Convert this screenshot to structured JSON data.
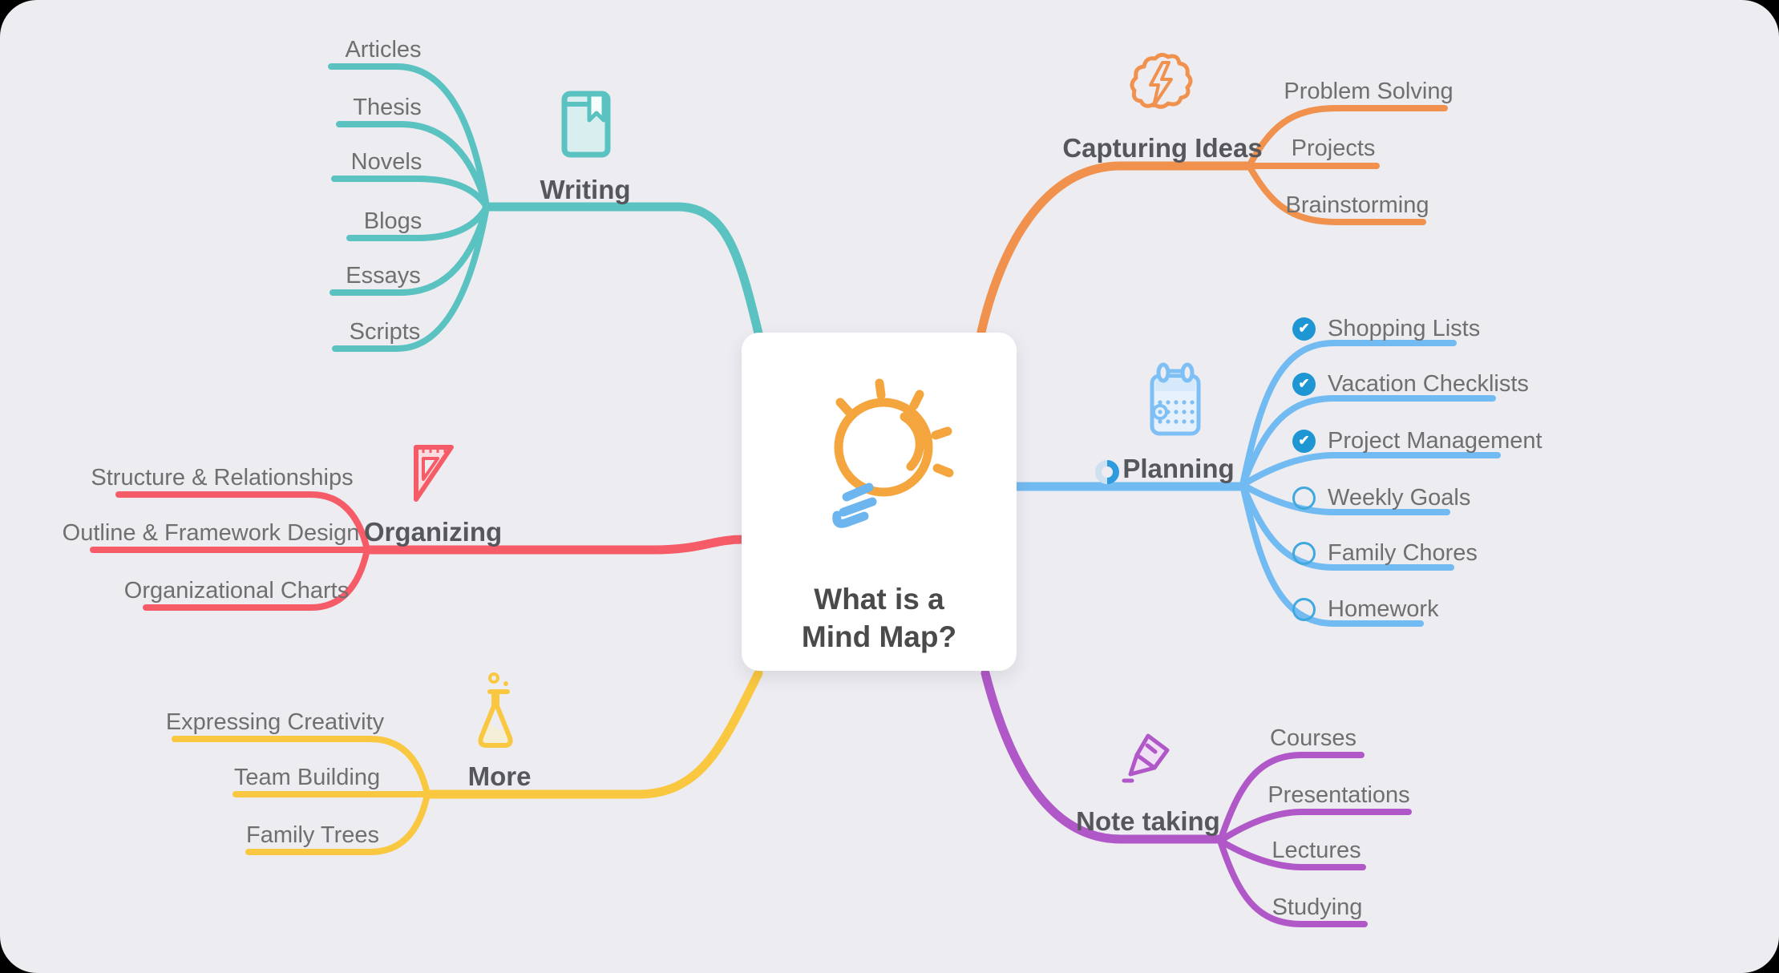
{
  "canvas": {
    "background": "#ececf1",
    "outside_color": "#000000"
  },
  "center": {
    "title": "What is a\nMind Map?",
    "icon": "lightbulb-icon",
    "card_color": "#ffffff",
    "bulb_color": "#f5a53d",
    "bulb_base_color": "#6cb5ef",
    "text_color": "#4a4a4b"
  },
  "icons": {
    "check_glyph": "✔"
  },
  "branches": {
    "writing": {
      "label": "Writing",
      "color": "#5bc2c2",
      "icon": "book-icon",
      "children": [
        {
          "label": "Articles"
        },
        {
          "label": "Thesis"
        },
        {
          "label": "Novels"
        },
        {
          "label": "Blogs"
        },
        {
          "label": "Essays"
        },
        {
          "label": "Scripts"
        }
      ]
    },
    "organizing": {
      "label": "Organizing",
      "color": "#f55c68",
      "icon": "set-square-icon",
      "children": [
        {
          "label": "Structure & Relationships"
        },
        {
          "label": "Outline & Framework Design"
        },
        {
          "label": "Organizational Charts"
        }
      ]
    },
    "more": {
      "label": "More",
      "color": "#f9c840",
      "icon": "flask-icon",
      "children": [
        {
          "label": "Expressing Creativity"
        },
        {
          "label": "Team Building"
        },
        {
          "label": "Family Trees"
        }
      ]
    },
    "capturing": {
      "label": "Capturing Ideas",
      "color": "#f0914e",
      "icon": "brain-lightning-icon",
      "children": [
        {
          "label": "Problem Solving"
        },
        {
          "label": "Projects"
        },
        {
          "label": "Brainstorming"
        }
      ]
    },
    "planning": {
      "label": "Planning",
      "color": "#72bbf2",
      "icon": "calendar-icon",
      "progress": 0.5,
      "checkbox_color": "#1d96d3",
      "children": [
        {
          "label": "Shopping Lists",
          "checked": true
        },
        {
          "label": "Vacation Checklists",
          "checked": true
        },
        {
          "label": "Project Management",
          "checked": true
        },
        {
          "label": "Weekly Goals",
          "checked": false
        },
        {
          "label": "Family Chores",
          "checked": false
        },
        {
          "label": "Homework",
          "checked": false
        }
      ]
    },
    "notetaking": {
      "label": "Note taking",
      "color": "#b158c8",
      "icon": "highlighter-icon",
      "children": [
        {
          "label": "Courses"
        },
        {
          "label": "Presentations"
        },
        {
          "label": "Lectures"
        },
        {
          "label": "Studying"
        }
      ]
    }
  }
}
